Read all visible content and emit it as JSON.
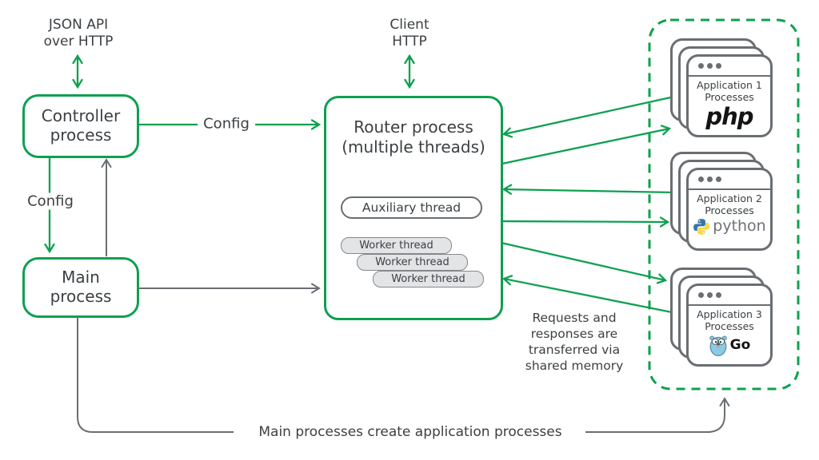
{
  "colors": {
    "green": "#0ea050",
    "gray": "#6a6e72",
    "text_dark": "#3c4043",
    "thread_fill": "#e3e4e6",
    "php_black": "#141414",
    "python_blue": "#3776ab",
    "python_yellow": "#ffd845",
    "gopher_blue": "#8cc9e5"
  },
  "labels": {
    "json_api": "JSON API\nover HTTP",
    "client_http": "Client\nHTTP",
    "config_top": "Config",
    "config_left": "Config",
    "shared_memory_note": "Requests and\nresponses are\ntransferred via\nshared memory",
    "bottom_note": "Main processes create application processes"
  },
  "nodes": {
    "controller": {
      "label": "Controller\nprocess"
    },
    "main": {
      "label": "Main\nprocess"
    },
    "router": {
      "title": "Router process\n(multiple threads)",
      "auxiliary_thread": "Auxiliary thread",
      "worker_threads": [
        "Worker thread",
        "Worker thread",
        "Worker thread"
      ]
    },
    "applications": [
      {
        "title": "Application 1\nProcesses",
        "runtime_label": "php"
      },
      {
        "title": "Application 2\nProcesses",
        "runtime_label": "python"
      },
      {
        "title": "Application 3\nProcesses",
        "runtime_label": "Go"
      }
    ]
  }
}
